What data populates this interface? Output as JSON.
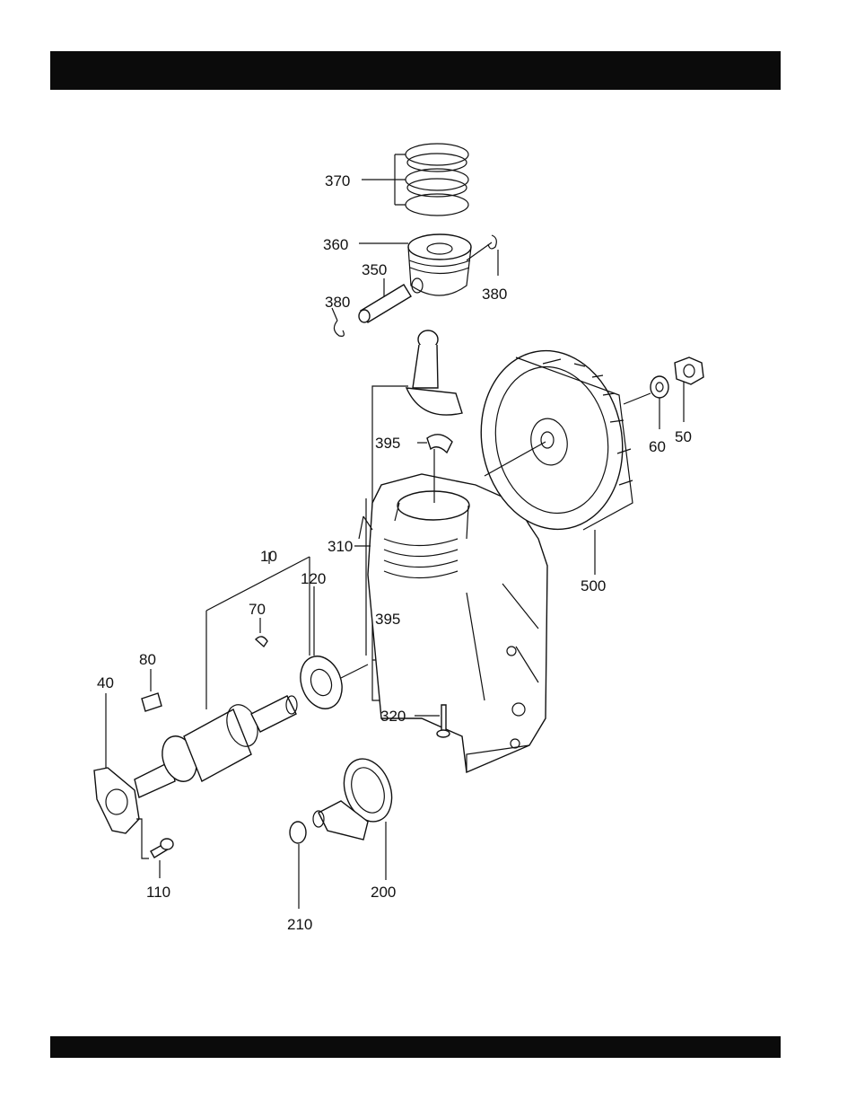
{
  "header": {
    "title": ""
  },
  "labels": {
    "l370": "370",
    "l360": "360",
    "l350": "350",
    "l380a": "380",
    "l380b": "380",
    "l395a": "395",
    "l395b": "395",
    "l310": "310",
    "l10": "10",
    "l120": "120",
    "l70": "70",
    "l80": "80",
    "l40": "40",
    "l320": "320",
    "l110": "110",
    "l210": "210",
    "l200": "200",
    "l60": "60",
    "l50": "50",
    "l500": "500"
  }
}
